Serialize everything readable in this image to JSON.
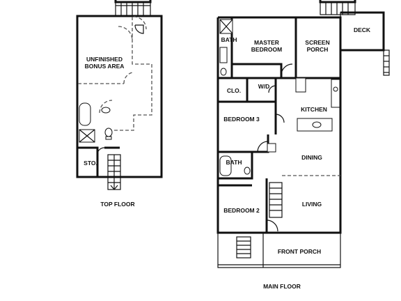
{
  "top_floor": {
    "caption": "TOP FLOOR",
    "rooms": {
      "bonus_line1": "UNFINISHED",
      "bonus_line2": "BONUS AREA",
      "storage": "STO."
    }
  },
  "main_floor": {
    "caption": "MAIN FLOOR",
    "rooms": {
      "master_bath": "BATH",
      "master_line1": "MASTER",
      "master_line2": "BEDROOM",
      "screen_line1": "SCREEN",
      "screen_line2": "PORCH",
      "deck": "DECK",
      "closet": "CLO.",
      "wd": "W/D",
      "kitchen": "KITCHEN",
      "bedroom3": "BEDROOM 3",
      "bath": "BATH",
      "dining": "DINING",
      "living": "LIVING",
      "bedroom2": "BEDROOM 2",
      "front_porch": "FRONT PORCH"
    }
  }
}
